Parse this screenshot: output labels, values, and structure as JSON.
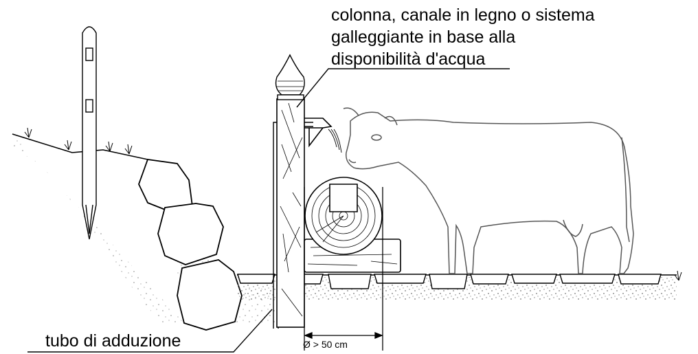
{
  "annotations": {
    "top_note_lines": [
      "colonna, canale in legno o sistema",
      "galleggiante in base alla",
      "disponibilità d'acqua"
    ],
    "pipe_label": "tubo di adduzione",
    "dimension_label": "Ø > 50 cm"
  },
  "colors": {
    "line": "#000000",
    "cow_outline": "#555555",
    "gravel": "#777777"
  }
}
